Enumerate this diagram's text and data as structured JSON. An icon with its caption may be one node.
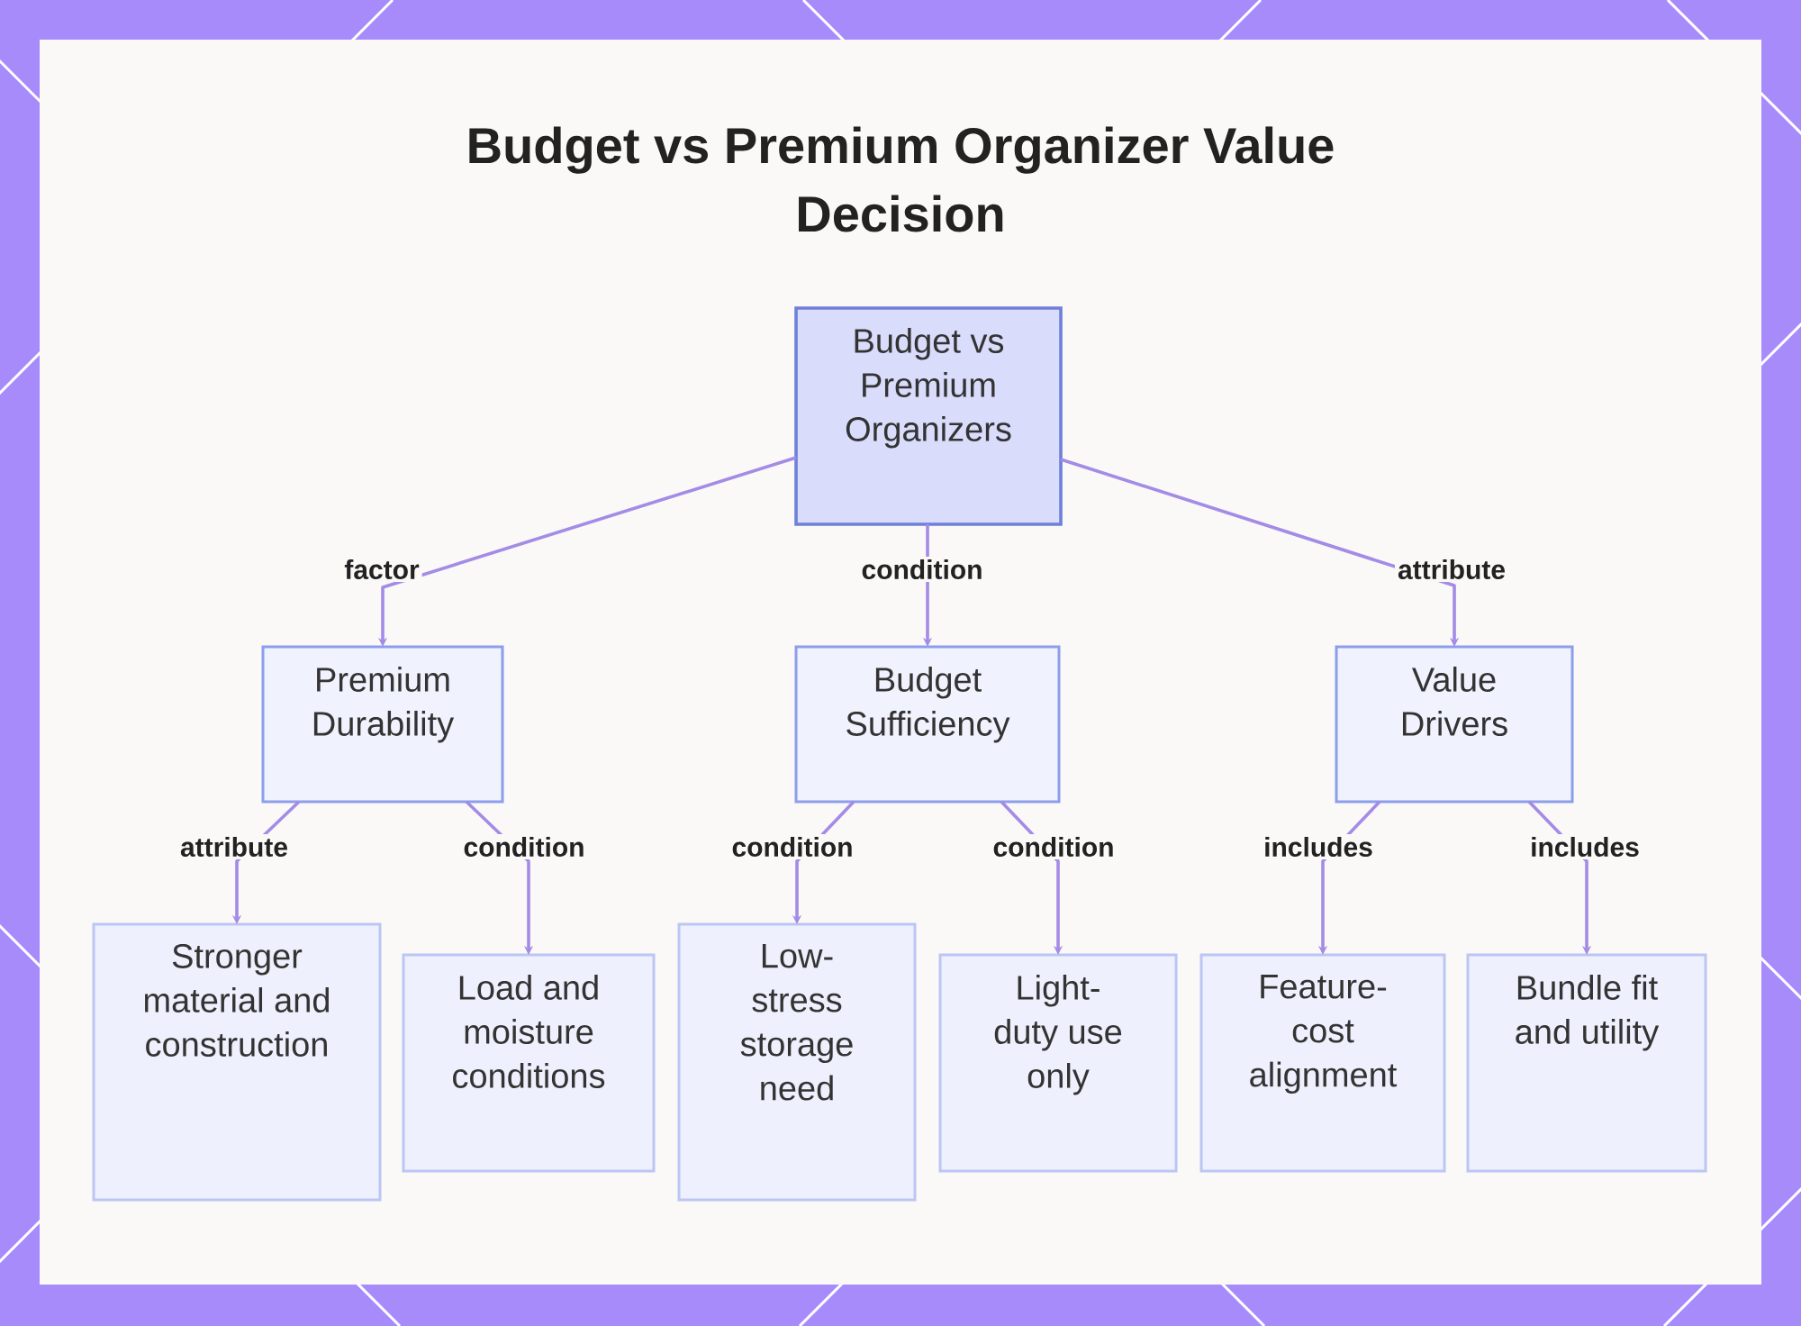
{
  "diagram": {
    "title": "Budget vs Premium Organizer Value Decision",
    "nodes": [
      {
        "text": [
          "Budget vs Premium Organizers"
        ]
      },
      {
        "text": [
          "Premium Durability"
        ]
      },
      {
        "text": [
          "Budget Sufficiency"
        ]
      },
      {
        "text": [
          "Value Drivers"
        ]
      },
      {
        "text": [
          "Stronger material and construction"
        ]
      },
      {
        "text": [
          "Load and moisture conditions"
        ]
      },
      {
        "text": [
          "Low-stress storage need"
        ]
      },
      {
        "text": [
          "Light-duty use only"
        ]
      },
      {
        "text": [
          "Feature-cost alignment"
        ]
      },
      {
        "text": [
          "Bundle fit and utility"
        ]
      }
    ],
    "edges": [
      {
        "from": 0,
        "to": 1,
        "arrow": "to",
        "label": "factor"
      },
      {
        "from": 0,
        "to": 2,
        "arrow": "to",
        "label": "condition"
      },
      {
        "from": 0,
        "to": 3,
        "arrow": "to",
        "label": "attribute"
      },
      {
        "from": 1,
        "to": 4,
        "arrow": "to",
        "label": "attribute"
      },
      {
        "from": 1,
        "to": 5,
        "arrow": "to",
        "label": "condition"
      },
      {
        "from": 2,
        "to": 6,
        "arrow": "to",
        "label": "condition"
      },
      {
        "from": 2,
        "to": 7,
        "arrow": "to",
        "label": "condition"
      },
      {
        "from": 3,
        "to": 8,
        "arrow": "to",
        "label": "includes"
      },
      {
        "from": 3,
        "to": 9,
        "arrow": "to",
        "label": "includes"
      }
    ]
  }
}
